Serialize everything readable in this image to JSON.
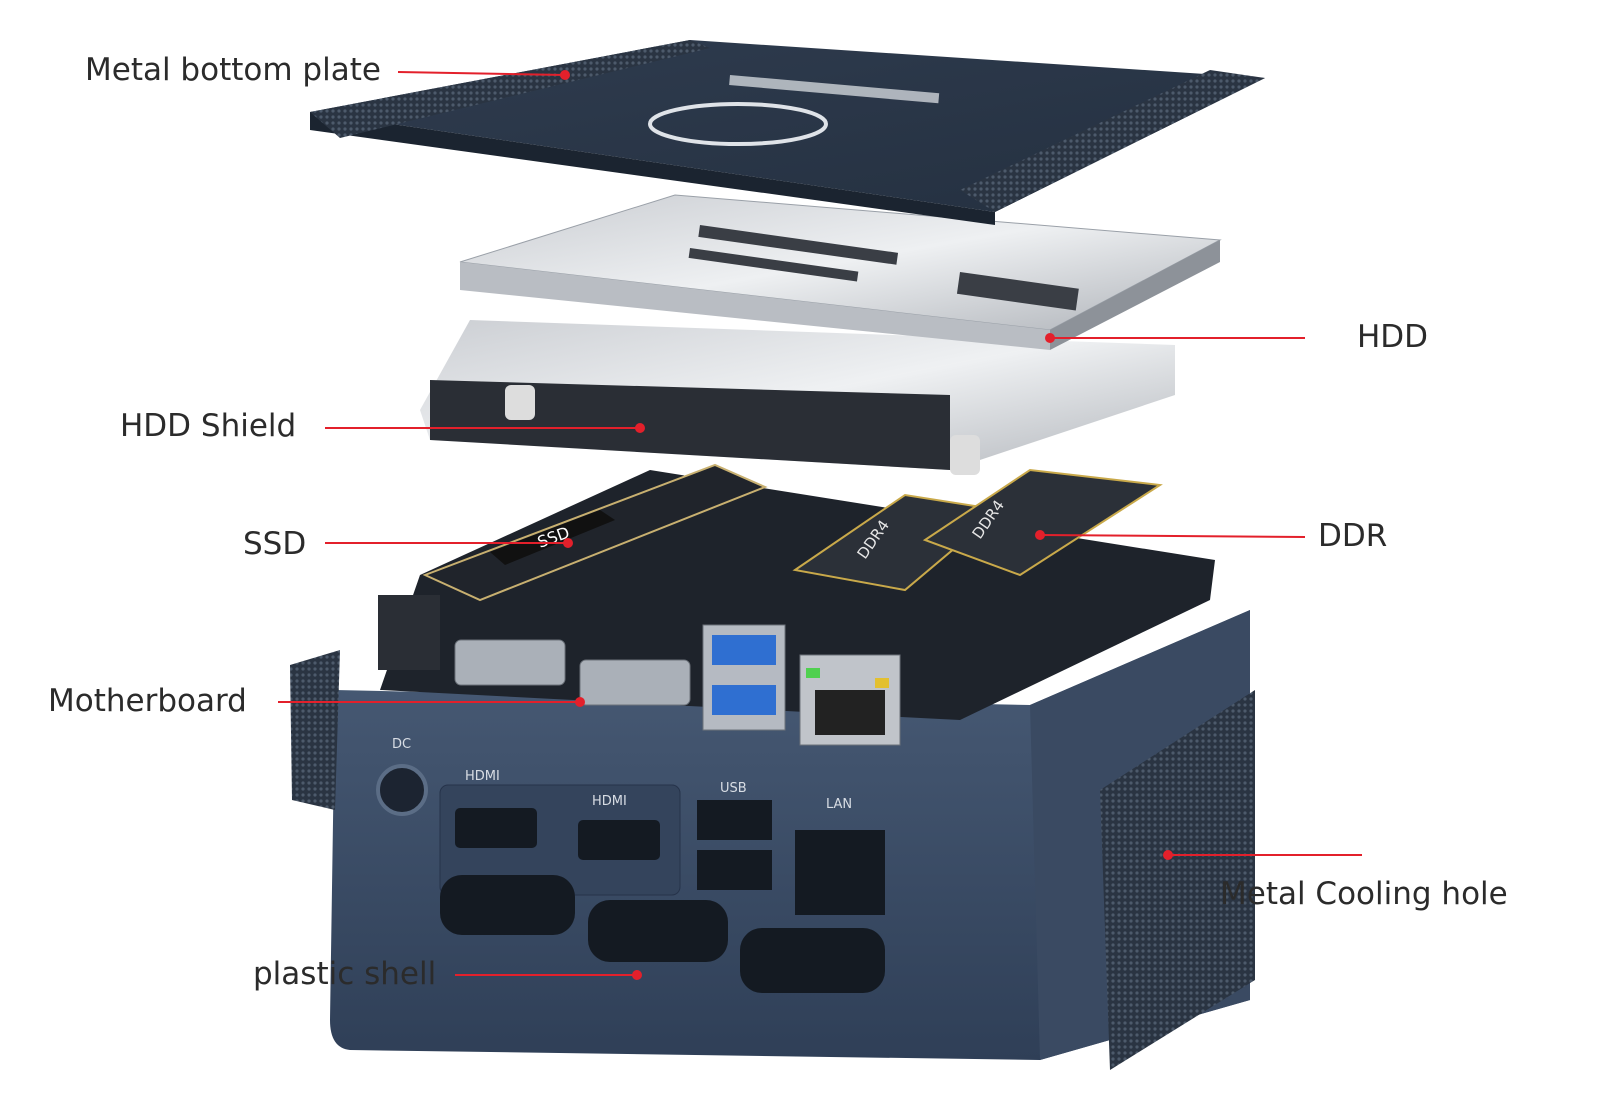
{
  "title": "Mini PC exploded view",
  "accent_color": "#e3202b",
  "labels": {
    "bottom_plate": "Metal bottom plate",
    "hdd": "HDD",
    "hdd_shield": "HDD Shield",
    "ssd": "SSD",
    "ddr": "DDR",
    "motherboard": "Motherboard",
    "cooling_hole": "Metal Cooling hole",
    "plastic_shell": "plastic shell"
  },
  "ports": {
    "dc": "DC",
    "hdmi1": "HDMI",
    "hdmi2": "HDMI",
    "usb": "USB",
    "lan": "LAN"
  },
  "components": {
    "ssd_text": "SSD",
    "ddr1_text": "DDR4",
    "ddr2_text": "DDR4"
  }
}
